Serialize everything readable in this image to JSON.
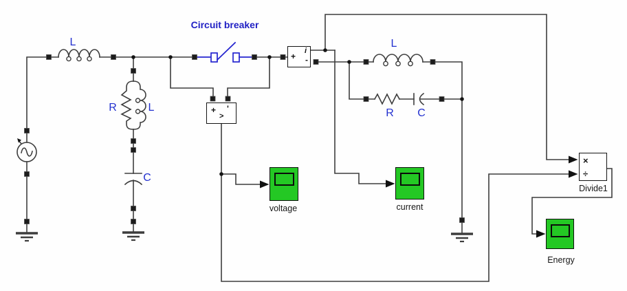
{
  "model": {
    "annotation": "Circuit breaker",
    "labels": {
      "src_l": "L",
      "shunt_r": "R",
      "shunt_l": "L",
      "shunt_c": "C",
      "load_l": "L",
      "load_r": "R",
      "load_c": "C"
    },
    "current_measurement": {
      "plus": "+",
      "out": "i",
      "minus": "-"
    },
    "voltage_measurement": {
      "plus": "+",
      "mark": "'",
      "out": ">"
    },
    "divide": {
      "label": "Divide1",
      "op_top": "×",
      "op_bottom": "÷"
    },
    "scopes": {
      "voltage": "voltage",
      "current": "current",
      "energy": "Energy"
    },
    "colors": {
      "wire": "#3d3d3d",
      "blue": "#2424cf",
      "label_blue": "#2230cf",
      "title_blue": "#1f1fc4",
      "green": "#24c824",
      "background": "#fefefe"
    }
  }
}
